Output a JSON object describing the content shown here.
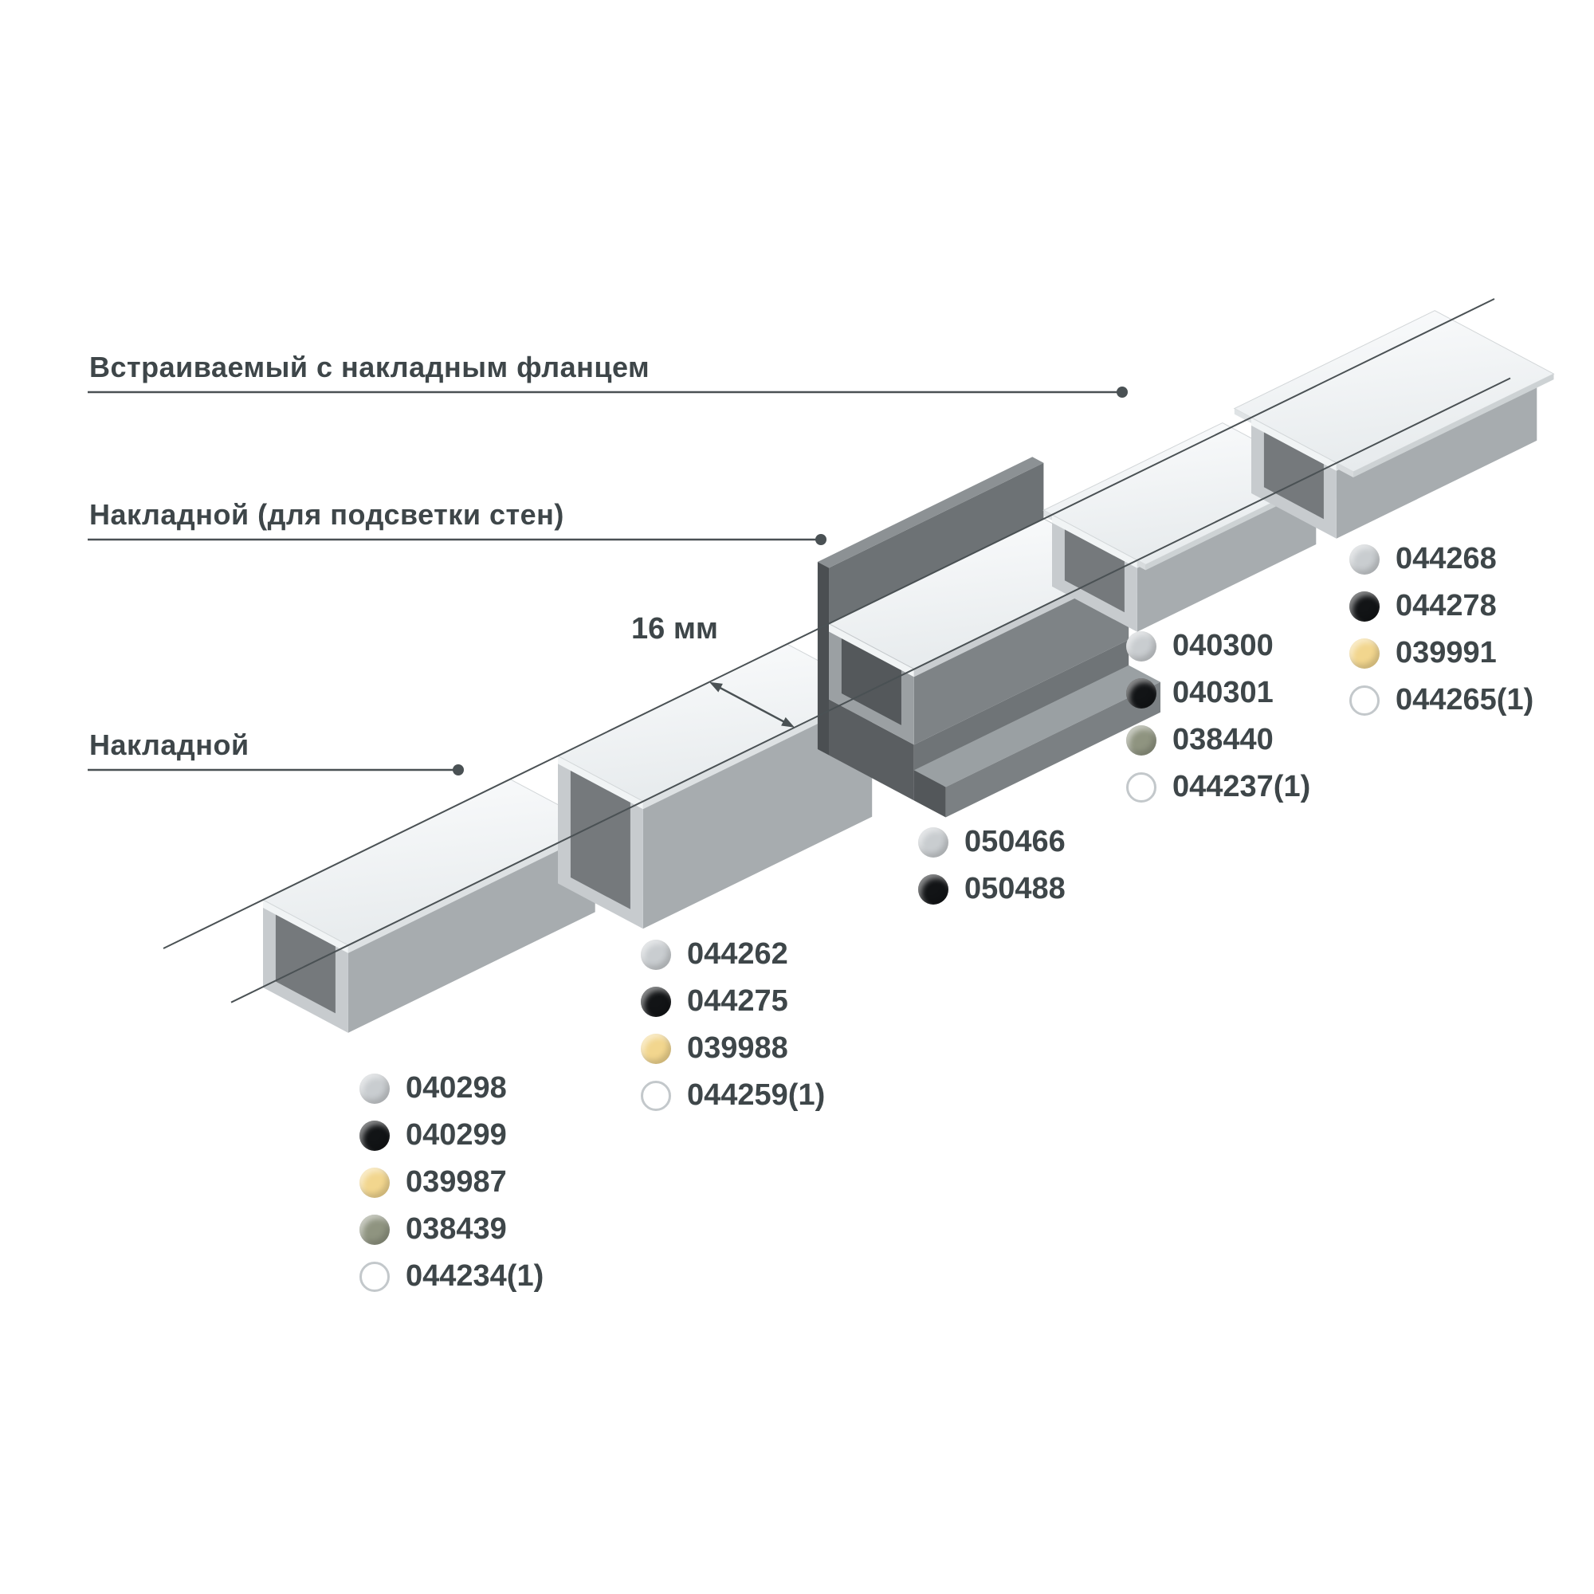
{
  "colors": {
    "text": "#3e4649",
    "line": "#4a5154",
    "swatches": {
      "gray": "#c9cdd0",
      "black": "#121416",
      "yellow": "#f2d68e",
      "olive": "#8f9480",
      "white": "#ffffff"
    }
  },
  "labels": [
    {
      "text": "Встраиваемый с накладным фланцем"
    },
    {
      "text": "Накладной (для подсветки стен)"
    },
    {
      "text": "Накладной"
    }
  ],
  "dimension": {
    "text": "16 мм"
  },
  "articles": {
    "groups": [
      {
        "items": [
          {
            "color": "gray",
            "code": "040298"
          },
          {
            "color": "black",
            "code": "040299"
          },
          {
            "color": "yellow",
            "code": "039987"
          },
          {
            "color": "olive",
            "code": "038439"
          },
          {
            "color": "white",
            "code": "044234(1)"
          }
        ]
      },
      {
        "items": [
          {
            "color": "gray",
            "code": "044262"
          },
          {
            "color": "black",
            "code": "044275"
          },
          {
            "color": "yellow",
            "code": "039988"
          },
          {
            "color": "white",
            "code": "044259(1)"
          }
        ]
      },
      {
        "items": [
          {
            "color": "gray",
            "code": "050466"
          },
          {
            "color": "black",
            "code": "050488"
          }
        ]
      },
      {
        "items": [
          {
            "color": "gray",
            "code": "040300"
          },
          {
            "color": "black",
            "code": "040301"
          },
          {
            "color": "olive",
            "code": "038440"
          },
          {
            "color": "white",
            "code": "044237(1)"
          }
        ]
      },
      {
        "items": [
          {
            "color": "gray",
            "code": "044268"
          },
          {
            "color": "black",
            "code": "044278"
          },
          {
            "color": "yellow",
            "code": "039991"
          },
          {
            "color": "white",
            "code": "044265(1)"
          }
        ]
      }
    ]
  }
}
